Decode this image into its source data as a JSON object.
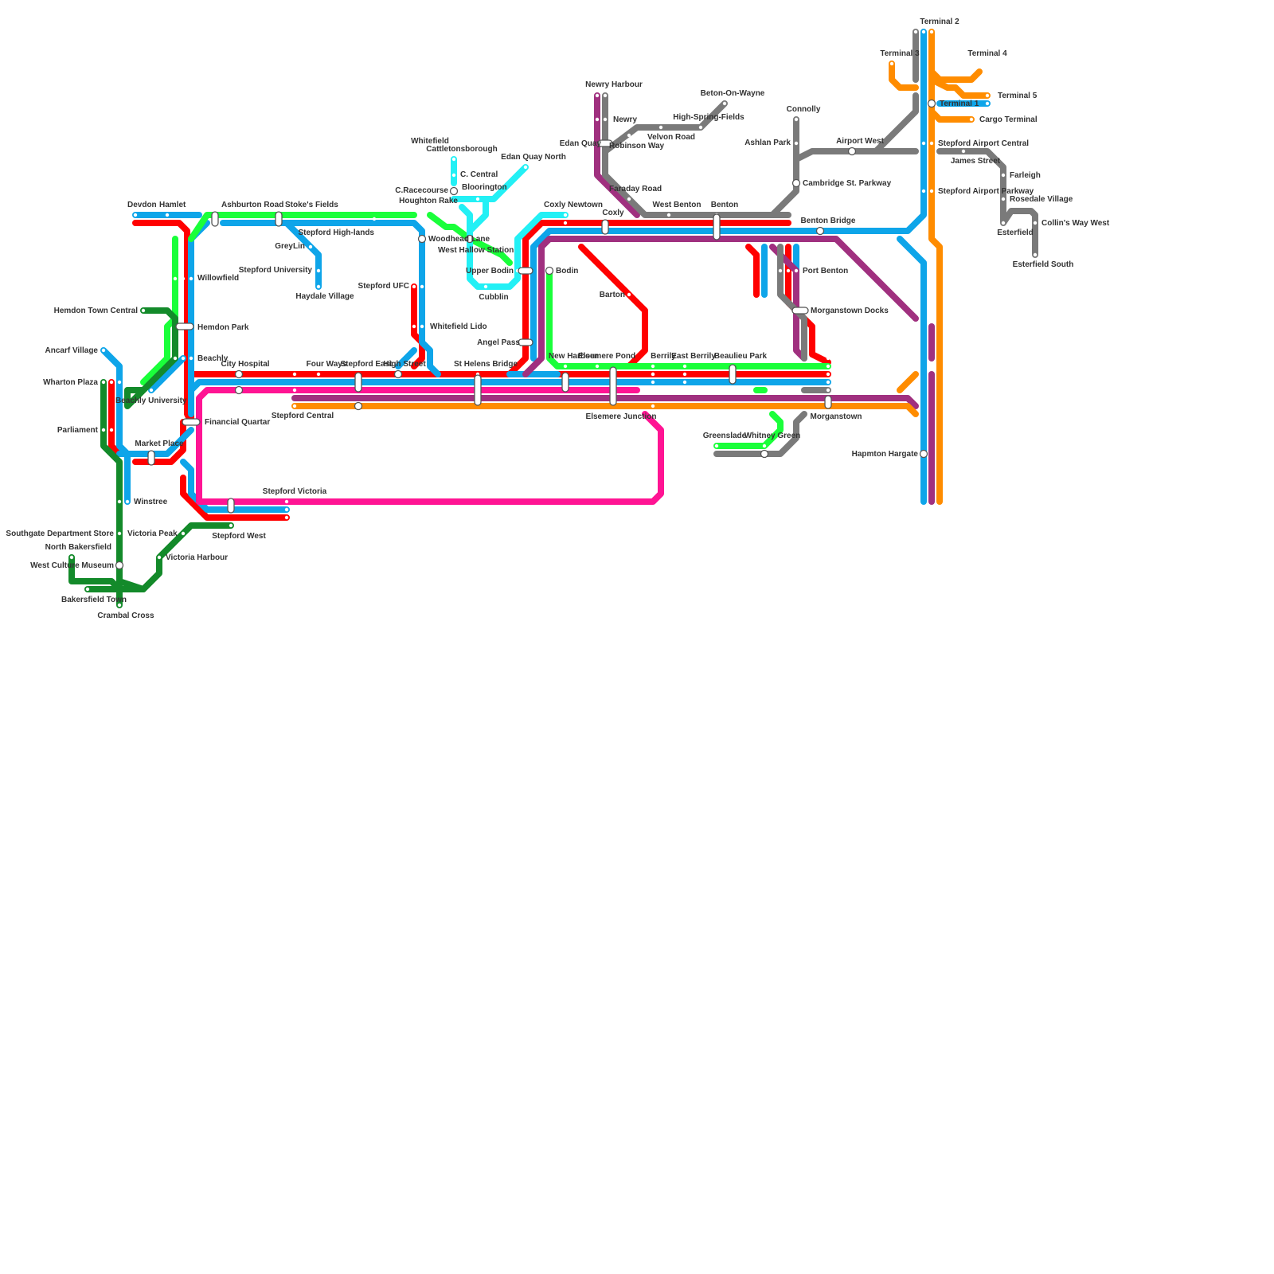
{
  "map_title": "",
  "colors": {
    "red": "#ff0000",
    "blue": "#0ea5e9",
    "green": "#1aff3a",
    "dark_green": "#138a2a",
    "magenta": "#ff1493",
    "purple": "#a0307f",
    "orange": "#ff8c00",
    "gray": "#7a7a7a",
    "cyan": "#23f0f5"
  },
  "lines": [
    {
      "color": "red"
    },
    {
      "color": "blue"
    },
    {
      "color": "green"
    },
    {
      "color": "dark_green"
    },
    {
      "color": "magenta"
    },
    {
      "color": "purple"
    },
    {
      "color": "orange"
    },
    {
      "color": "gray"
    },
    {
      "color": "cyan"
    }
  ],
  "stations": [
    {
      "name": "Devdon"
    },
    {
      "name": "Hamlet"
    },
    {
      "name": "Ashburton Road"
    },
    {
      "name": "Stoke's Fields"
    },
    {
      "name": "Stepford High-lands"
    },
    {
      "name": "GreyLin"
    },
    {
      "name": "Stepford University"
    },
    {
      "name": "Haydale Village"
    },
    {
      "name": "Willowfield"
    },
    {
      "name": "Hemdon Town Central"
    },
    {
      "name": "Hemdon Park"
    },
    {
      "name": "Ancarf Village"
    },
    {
      "name": "Beachly"
    },
    {
      "name": "Wharton Plaza"
    },
    {
      "name": "Beachly University"
    },
    {
      "name": "City Hospital"
    },
    {
      "name": "Four Ways"
    },
    {
      "name": "Stepford East"
    },
    {
      "name": "High Street"
    },
    {
      "name": "St Helens Bridge"
    },
    {
      "name": "Stepford Central"
    },
    {
      "name": "Financial Quartar"
    },
    {
      "name": "Parliament"
    },
    {
      "name": "Market Place"
    },
    {
      "name": "Winstree"
    },
    {
      "name": "Stepford Victoria"
    },
    {
      "name": "Southgate Department Store"
    },
    {
      "name": "Victoria Peak"
    },
    {
      "name": "Stepford West"
    },
    {
      "name": "North Bakersfield"
    },
    {
      "name": "West Culture Museum"
    },
    {
      "name": "Victoria Harbour"
    },
    {
      "name": "Bakersfield Town"
    },
    {
      "name": "Crambal Cross"
    },
    {
      "name": "Whitefield"
    },
    {
      "name": "Cattletonsborough"
    },
    {
      "name": "C. Central"
    },
    {
      "name": "Edan Quay North"
    },
    {
      "name": "C.Racecourse"
    },
    {
      "name": "Bloorington"
    },
    {
      "name": "Houghton Rake"
    },
    {
      "name": "Woodhead Lane"
    },
    {
      "name": "West Hallow Station"
    },
    {
      "name": "Stepford UFC"
    },
    {
      "name": "Upper Bodin"
    },
    {
      "name": "Cubblin"
    },
    {
      "name": "Whitefield Lido"
    },
    {
      "name": "Bodin"
    },
    {
      "name": "Angel Pass"
    },
    {
      "name": "Coxly Newtown"
    },
    {
      "name": "Coxly"
    },
    {
      "name": "New Harbour"
    },
    {
      "name": "Elsemere Pond"
    },
    {
      "name": "Elsemere Junction"
    },
    {
      "name": "Barton"
    },
    {
      "name": "Newry Harbour"
    },
    {
      "name": "Newry"
    },
    {
      "name": "Edan Quay"
    },
    {
      "name": "Robinson Way"
    },
    {
      "name": "Velvon Road"
    },
    {
      "name": "High-Spring-Fields"
    },
    {
      "name": "Beton-On-Wayne"
    },
    {
      "name": "Faraday Road"
    },
    {
      "name": "West Benton"
    },
    {
      "name": "Benton"
    },
    {
      "name": "Berrily"
    },
    {
      "name": "East Berrily"
    },
    {
      "name": "Beaulieu Park"
    },
    {
      "name": "Connolly"
    },
    {
      "name": "Ashlan Park"
    },
    {
      "name": "Airport West"
    },
    {
      "name": "Cambridge St. Parkway"
    },
    {
      "name": "Benton Bridge"
    },
    {
      "name": "Port Benton"
    },
    {
      "name": "Morganstown Docks"
    },
    {
      "name": "Morganstown"
    },
    {
      "name": "Greenslade"
    },
    {
      "name": "Whitney Green"
    },
    {
      "name": "Terminal 2"
    },
    {
      "name": "Terminal 3"
    },
    {
      "name": "Terminal 4"
    },
    {
      "name": "Terminal 5"
    },
    {
      "name": "Terminal 1"
    },
    {
      "name": "Cargo Terminal"
    },
    {
      "name": "Stepford Airport Central"
    },
    {
      "name": "James Street"
    },
    {
      "name": "Farleigh"
    },
    {
      "name": "Stepford Airport Parkway"
    },
    {
      "name": "Rosedale Village"
    },
    {
      "name": "Collin's Way West"
    },
    {
      "name": "Esterfield"
    },
    {
      "name": "Esterfield South"
    },
    {
      "name": "Hapmton Hargate"
    }
  ]
}
